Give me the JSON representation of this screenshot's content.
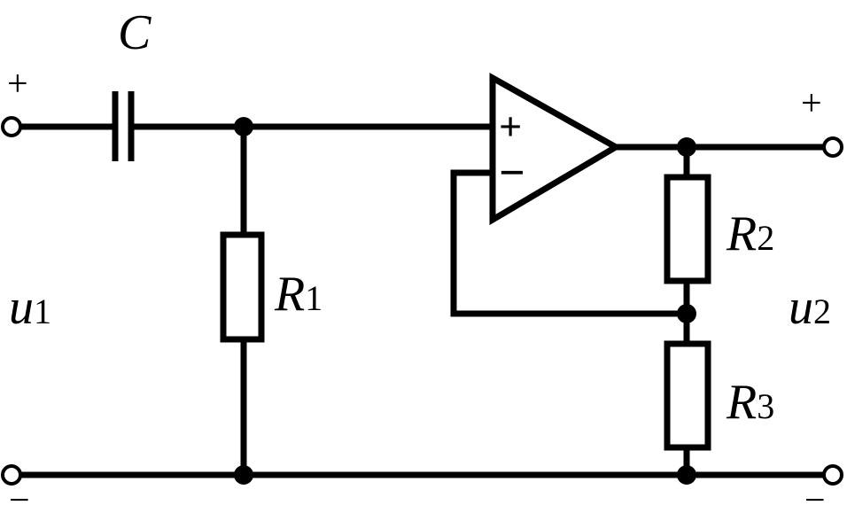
{
  "capacitor": {
    "label": "C"
  },
  "r1": {
    "letter": "R",
    "sub": "1"
  },
  "r2": {
    "letter": "R",
    "sub": "2"
  },
  "r3": {
    "letter": "R",
    "sub": "3"
  },
  "input": {
    "letter": "u",
    "sub": "1",
    "plus": "+",
    "minus": "−"
  },
  "output": {
    "letter": "u",
    "sub": "2",
    "plus": "+",
    "minus": "−"
  },
  "opamp": {
    "noninverting": "+",
    "inverting": "−"
  }
}
